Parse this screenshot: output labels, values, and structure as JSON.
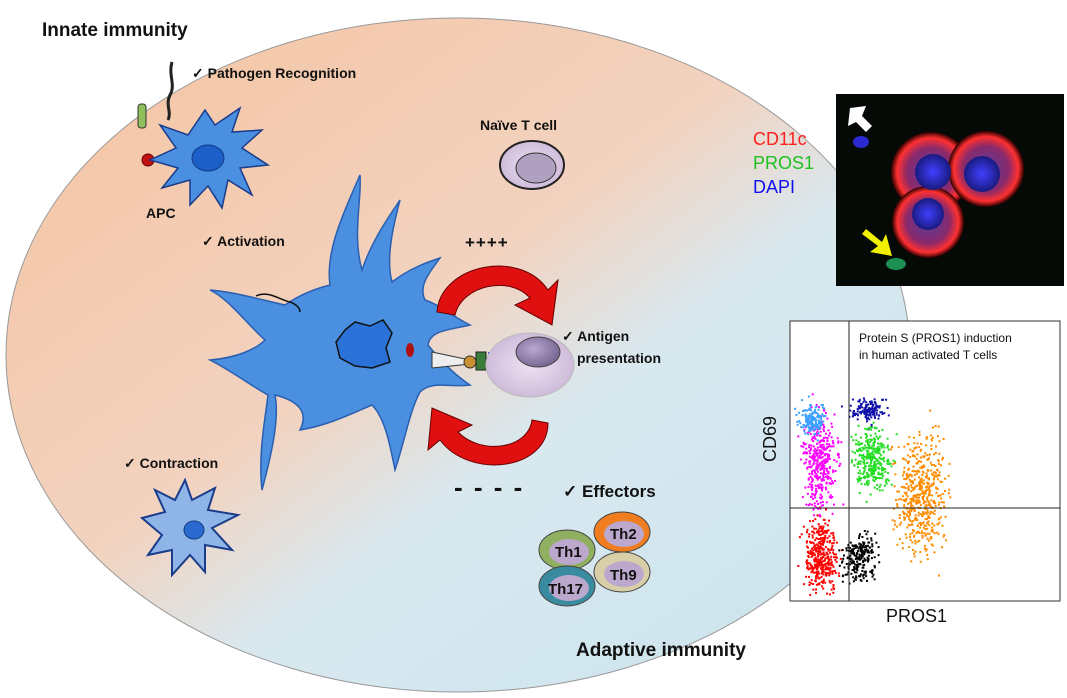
{
  "diagram": {
    "title_innate": "Innate immunity",
    "title_adaptive": "Adaptive immunity",
    "labels": {
      "pathogen_recognition": "Pathogen Recognition",
      "apc": "APC",
      "naive_t_cell": "Naïve T cell",
      "activation": "Activation",
      "plus_signs": "++++",
      "antigen_line1": "Antigen",
      "antigen_line2": "presentation",
      "contraction": "Contraction",
      "minus_signs": "- - - -",
      "effectors": "Effectors"
    },
    "checkmark": "✓",
    "effectors": [
      "Th1",
      "Th2",
      "Th17",
      "Th9"
    ],
    "colors": {
      "innate_bg": "#f4c7a6",
      "adaptive_bg": "#cfe6ef",
      "cell_blue": "#4a8fe0",
      "arrow_red": "#e01010"
    }
  },
  "micrograph": {
    "legend": [
      {
        "text": "CD11c",
        "color": "#ff2020"
      },
      {
        "text": "PROS1",
        "color": "#20c020"
      },
      {
        "text": "DAPI",
        "color": "#1010ee"
      }
    ]
  },
  "chart_data": {
    "type": "scatter",
    "title": "Protein S (PROS1) induction in human activated T cells",
    "title_line1": "Protein S (PROS1) induction",
    "title_line2": "in human activated T cells",
    "xlabel": "PROS1",
    "ylabel": "CD69",
    "grid": false,
    "quadrant_gates": true,
    "populations": [
      {
        "color": "#ff0000",
        "region": "CD69-low, PROS1-low"
      },
      {
        "color": "#000000",
        "region": "CD69-low, PROS1-low/mid"
      },
      {
        "color": "#ff00ff",
        "region": "CD69-high, PROS1-low"
      },
      {
        "color": "#3aa0ff",
        "region": "CD69-high, PROS1-low"
      },
      {
        "color": "#1010aa",
        "region": "CD69-high, PROS1-mid"
      },
      {
        "color": "#22dd22",
        "region": "CD69-high, PROS1-mid"
      },
      {
        "color": "#ff8c00",
        "region": "CD69-high/low, PROS1-high"
      }
    ]
  }
}
